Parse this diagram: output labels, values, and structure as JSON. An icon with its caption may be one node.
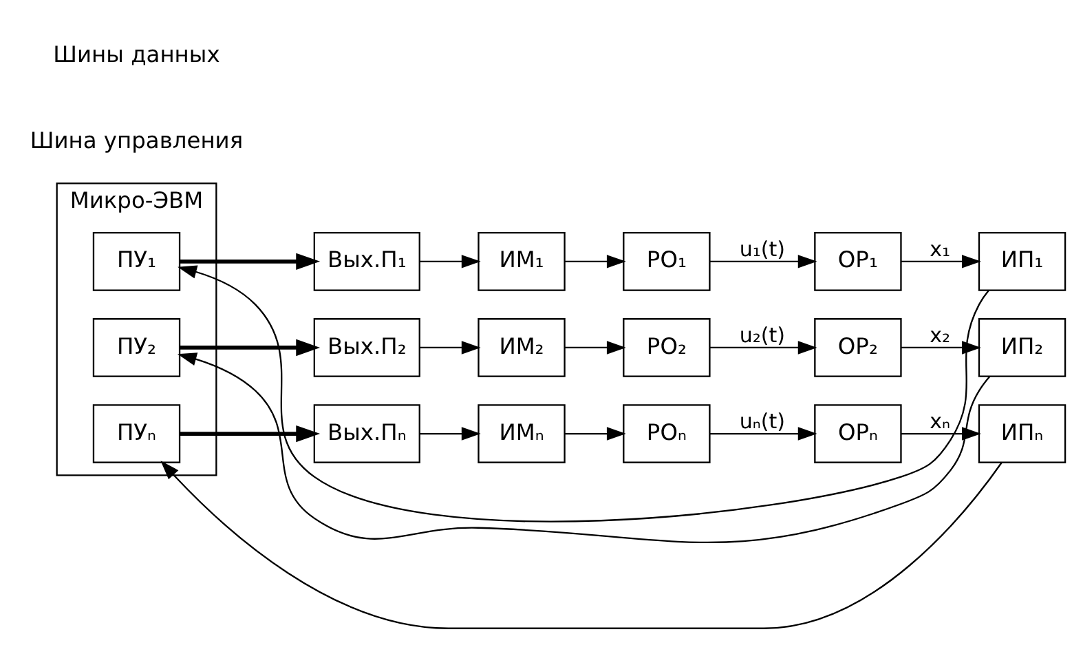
{
  "diagram": {
    "nodes": [
      {
        "text": [
          "Микро-ЭВМ"
        ]
      },
      {
        "text": [
          "ПУ₁"
        ],
        "in": 0
      },
      {
        "text": [
          "ПУ₂"
        ],
        "in": 0
      },
      {
        "text": [
          "ПУₙ"
        ],
        "in": 0
      },
      {
        "text": [
          "Вых.П₁"
        ]
      },
      {
        "text": [
          "Вых.П₂"
        ]
      },
      {
        "text": [
          "Вых.Пₙ"
        ]
      },
      {
        "text": [
          "ИМ₁"
        ]
      },
      {
        "text": [
          "ИМ₂"
        ]
      },
      {
        "text": [
          "ИМₙ"
        ]
      },
      {
        "text": [
          "РО₁"
        ]
      },
      {
        "text": [
          "РО₂"
        ]
      },
      {
        "text": [
          "РОₙ"
        ]
      },
      {
        "text": [
          "ОР₁"
        ]
      },
      {
        "text": [
          "ОР₂"
        ]
      },
      {
        "text": [
          "ОРₙ"
        ]
      },
      {
        "text": [
          "ИП₁"
        ]
      },
      {
        "text": [
          "ИП₂"
        ]
      },
      {
        "text": [
          "ИПₙ"
        ]
      }
    ],
    "edges": [
      {
        "from": 1,
        "to": 4,
        "arrow": "to",
        "style": "thick"
      },
      {
        "from": 2,
        "to": 5,
        "arrow": "to",
        "style": "thick"
      },
      {
        "from": 3,
        "to": 6,
        "arrow": "to",
        "style": "thick"
      },
      {
        "from": 4,
        "to": 7,
        "arrow": "to"
      },
      {
        "from": 5,
        "to": 8,
        "arrow": "to"
      },
      {
        "from": 6,
        "to": 9,
        "arrow": "to"
      },
      {
        "from": 7,
        "to": 10,
        "arrow": "to"
      },
      {
        "from": 8,
        "to": 11,
        "arrow": "to"
      },
      {
        "from": 9,
        "to": 12,
        "arrow": "to"
      },
      {
        "from": 10,
        "to": 13,
        "arrow": "to",
        "label": "u₁(t)"
      },
      {
        "from": 11,
        "to": 14,
        "arrow": "to",
        "label": "u₂(t)"
      },
      {
        "from": 12,
        "to": 15,
        "arrow": "to",
        "label": "uₙ(t)"
      },
      {
        "from": 13,
        "to": 16,
        "arrow": "to",
        "label": "x₁"
      },
      {
        "from": 14,
        "to": 17,
        "arrow": "to",
        "label": "x₂"
      },
      {
        "from": 15,
        "to": 18,
        "arrow": "to",
        "label": "xₙ"
      },
      {
        "from": 16,
        "to": 1,
        "arrow": "to"
      },
      {
        "from": 17,
        "to": 2,
        "arrow": "to"
      },
      {
        "from": 18,
        "to": 3,
        "arrow": "to"
      }
    ],
    "labels": [
      "Шина управления",
      "Шины данных"
    ]
  }
}
